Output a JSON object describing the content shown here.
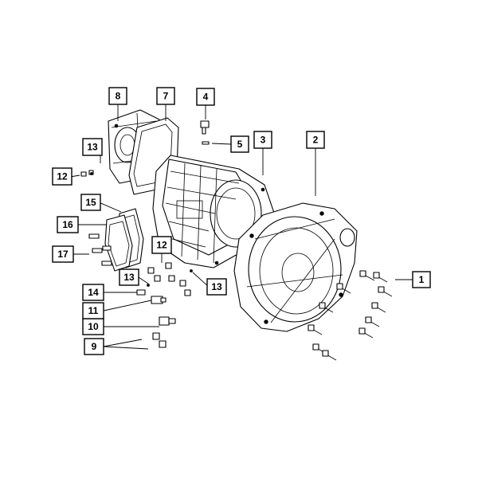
{
  "callouts": [
    {
      "id": "c1",
      "label": "1"
    },
    {
      "id": "c2",
      "label": "2"
    },
    {
      "id": "c3",
      "label": "3"
    },
    {
      "id": "c4",
      "label": "4"
    },
    {
      "id": "c5",
      "label": "5"
    },
    {
      "id": "c7",
      "label": "7"
    },
    {
      "id": "c8",
      "label": "8"
    },
    {
      "id": "c9",
      "label": "9"
    },
    {
      "id": "c10",
      "label": "10"
    },
    {
      "id": "c11",
      "label": "11"
    },
    {
      "id": "c12a",
      "label": "12"
    },
    {
      "id": "c12b",
      "label": "12"
    },
    {
      "id": "c13a",
      "label": "13"
    },
    {
      "id": "c13b",
      "label": "13"
    },
    {
      "id": "c13c",
      "label": "13"
    },
    {
      "id": "c14",
      "label": "14"
    },
    {
      "id": "c15",
      "label": "15"
    },
    {
      "id": "c16",
      "label": "16"
    },
    {
      "id": "c17",
      "label": "17"
    }
  ],
  "colors": {
    "ink": "#000000",
    "paper": "#ffffff"
  }
}
